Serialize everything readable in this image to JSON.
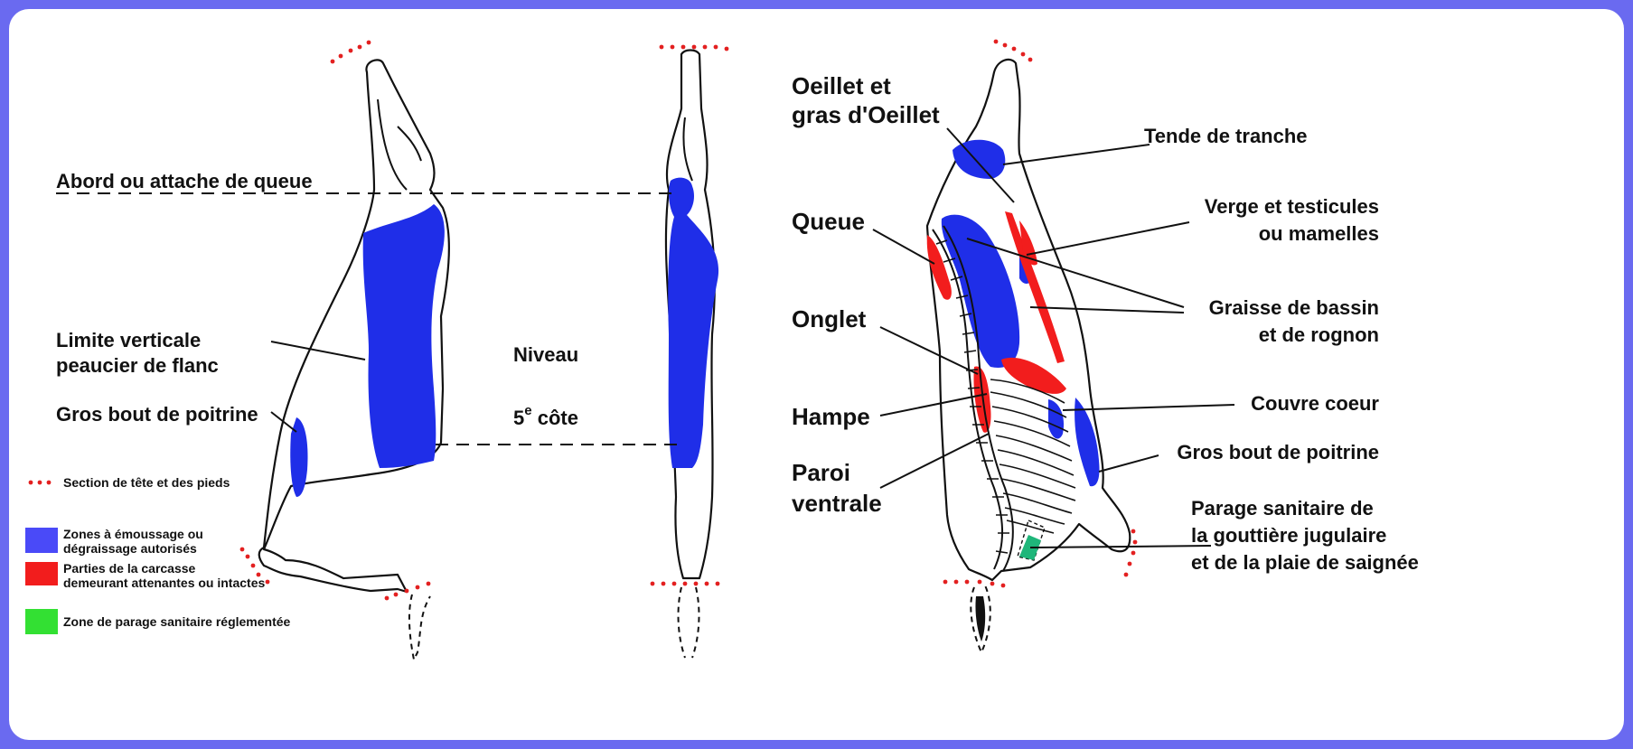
{
  "labels": {
    "abord": "Abord ou attache de queue",
    "limite_1": "Limite verticale",
    "limite_2": "peaucier de flanc",
    "gros_bout_left": "Gros bout de poitrine",
    "niveau": "Niveau",
    "cote_num": "5",
    "cote_sup": "e",
    "cote_word": " côte",
    "oeillet_1": "Oeillet et",
    "oeillet_2": "gras d'Oeillet",
    "queue": "Queue",
    "onglet": "Onglet",
    "hampe": "Hampe",
    "paroi_1": "Paroi",
    "paroi_2": "ventrale",
    "tende": "Tende de tranche",
    "verge_1": "Verge et testicules",
    "verge_2": "ou mamelles",
    "graisse_1": "Graisse de bassin",
    "graisse_2": "et de rognon",
    "couvre": "Couvre coeur",
    "gros_bout_right": "Gros bout de poitrine",
    "parage_1": "Parage sanitaire de",
    "parage_2": "la gouttière jugulaire",
    "parage_3": "et de la plaie de saignée"
  },
  "legend": {
    "section": "Section de tête et des pieds",
    "blue_1": "Zones à émoussage ou",
    "blue_2": "dégraissage autorisés",
    "red_1": "Parties de la carcasse",
    "red_2": "demeurant attenantes ou intactes",
    "green": "Zone de parage sanitaire réglementée"
  },
  "colors": {
    "frame": "#6a6af0",
    "blue_zone": "#1f2ee8",
    "legend_blue": "#4a4af8",
    "red_zone": "#f21d1d",
    "green_zone": "#1fb67a",
    "legend_green": "#33e033",
    "cut_dots": "#e32020"
  }
}
